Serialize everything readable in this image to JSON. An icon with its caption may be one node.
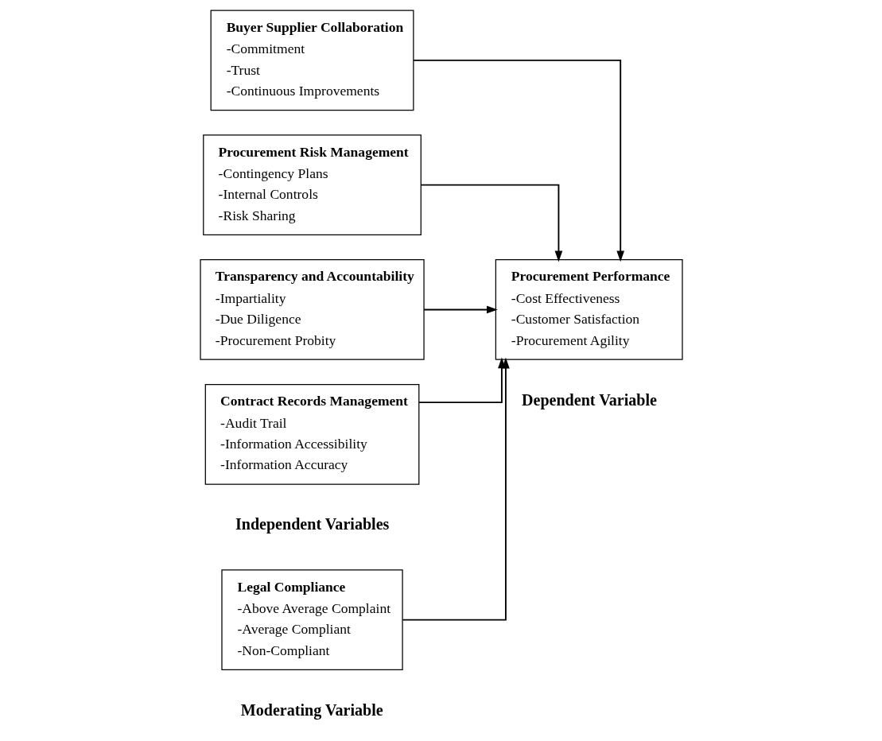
{
  "diagram": {
    "nodes": [
      {
        "text": [
          "Buyer Supplier Collaboration",
          "-Commitment",
          "-Trust",
          "-Continuous Improvements"
        ]
      },
      {
        "text": [
          "Procurement Risk Management",
          "-Contingency Plans",
          "-Internal Controls",
          "-Risk Sharing"
        ]
      },
      {
        "text": [
          "Transparency and Accountability",
          "-Impartiality",
          "-Due Diligence",
          "-Procurement Probity"
        ]
      },
      {
        "text": [
          "Contract Records Management",
          "-Audit Trail",
          "-Information Accessibility",
          "-Information Accuracy"
        ]
      },
      {
        "text": [
          "Legal Compliance",
          "-Above Average Complaint",
          "-Average Compliant",
          "-Non-Compliant"
        ]
      },
      {
        "text": [
          "Procurement Performance",
          "-Cost Effectiveness",
          "-Customer Satisfaction",
          "-Procurement Agility"
        ]
      }
    ],
    "edges": [
      {
        "from": 0,
        "to": 5,
        "arrow": "to"
      },
      {
        "from": 1,
        "to": 5,
        "arrow": "to"
      },
      {
        "from": 2,
        "to": 5,
        "arrow": "to"
      },
      {
        "from": 3,
        "to": 5,
        "arrow": "to"
      },
      {
        "from": 4,
        "to": 5,
        "arrow": "to"
      }
    ],
    "labels": [
      "Independent Variables",
      "Moderating Variable",
      "Dependent Variable"
    ]
  }
}
